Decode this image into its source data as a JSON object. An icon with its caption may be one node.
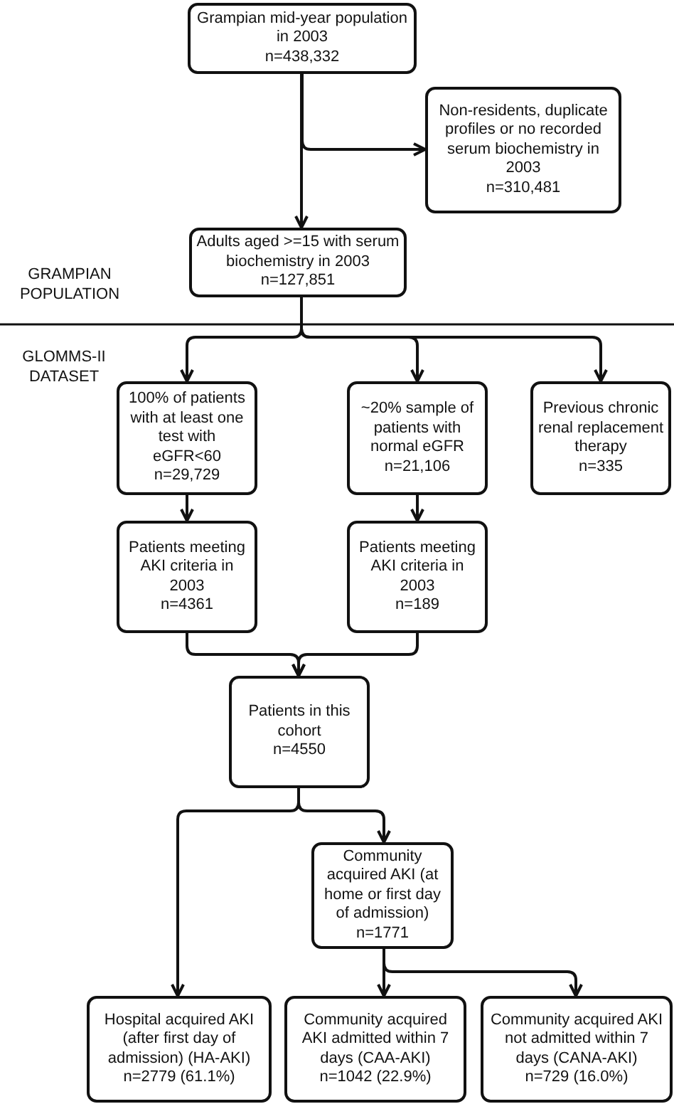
{
  "diagram": {
    "nodes": [
      {
        "text": [
          "Grampian mid-year population in 2003",
          "n=438,332"
        ]
      },
      {
        "text": [
          "Non-residents, duplicate profiles or no recorded serum biochemistry in 2003",
          "n=310,481"
        ]
      },
      {
        "text": [
          "Adults aged >=15 with serum biochemistry in 2003",
          "n=127,851"
        ]
      },
      {
        "text": [
          "100% of patients with at least one test with eGFR<60",
          "n=29,729"
        ]
      },
      {
        "text": [
          "~20% sample of patients with normal eGFR",
          "n=21,106"
        ]
      },
      {
        "text": [
          "Previous chronic renal replacement therapy",
          "n=335"
        ]
      },
      {
        "text": [
          "Patients meeting AKI criteria in 2003",
          "n=4361"
        ]
      },
      {
        "text": [
          "Patients meeting AKI criteria in 2003",
          "n=189"
        ]
      },
      {
        "text": [
          "Patients in this cohort",
          "n=4550"
        ]
      },
      {
        "text": [
          "Community acquired AKI (at home or first day of admission)",
          "n=1771"
        ]
      },
      {
        "text": [
          "Hospital acquired AKI (after first day of admission) (HA-AKI)",
          "n=2779 (61.1%)"
        ]
      },
      {
        "text": [
          "Community acquired AKI admitted within 7 days (CAA-AKI)",
          "n=1042 (22.9%)"
        ]
      },
      {
        "text": [
          "Community acquired AKI not admitted within 7 days (CANA-AKI)",
          "n=729 (16.0%)"
        ]
      }
    ],
    "edges": [
      {
        "from": 0,
        "to": 1,
        "arrow": "to"
      },
      {
        "from": 0,
        "to": 2,
        "arrow": "to"
      },
      {
        "from": 2,
        "to": 3,
        "arrow": "to"
      },
      {
        "from": 2,
        "to": 4,
        "arrow": "to"
      },
      {
        "from": 2,
        "to": 5,
        "arrow": "to"
      },
      {
        "from": 3,
        "to": 6,
        "arrow": "to"
      },
      {
        "from": 4,
        "to": 7,
        "arrow": "to"
      },
      {
        "from": 6,
        "to": 8,
        "arrow": "to"
      },
      {
        "from": 7,
        "to": 8,
        "arrow": "to"
      },
      {
        "from": 8,
        "to": 10,
        "arrow": "to"
      },
      {
        "from": 8,
        "to": 9,
        "arrow": "to"
      },
      {
        "from": 9,
        "to": 11,
        "arrow": "to"
      },
      {
        "from": 9,
        "to": 12,
        "arrow": "to"
      }
    ],
    "labels": [
      "GRAMPIAN POPULATION",
      "GLOMMS-II DATASET"
    ]
  }
}
